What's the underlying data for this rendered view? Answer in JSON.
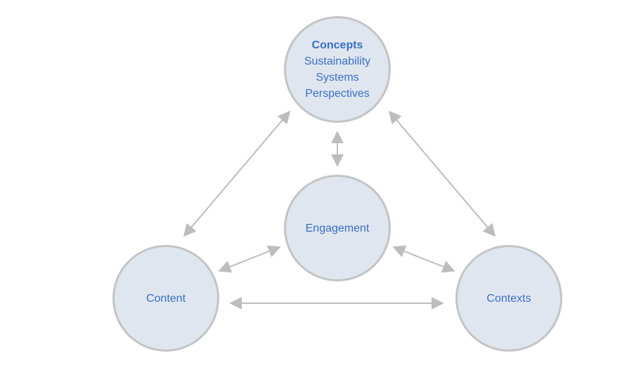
{
  "diagram": {
    "nodes": {
      "concepts": {
        "title": "Concepts",
        "items": [
          "Sustainability",
          "Systems",
          "Perspectives"
        ]
      },
      "engagement": {
        "label": "Engagement"
      },
      "content": {
        "label": "Content"
      },
      "contexts": {
        "label": "Contexts"
      }
    },
    "connections": [
      {
        "from": "Concepts",
        "to": "Content"
      },
      {
        "from": "Concepts",
        "to": "Engagement"
      },
      {
        "from": "Concepts",
        "to": "Contexts"
      },
      {
        "from": "Content",
        "to": "Engagement"
      },
      {
        "from": "Engagement",
        "to": "Contexts"
      },
      {
        "from": "Content",
        "to": "Contexts"
      }
    ],
    "colors": {
      "node_fill": "#dfe6ef",
      "node_border": "#c4c4c4",
      "text": "#3a6fc4",
      "arrow": "#bdbdbd"
    }
  }
}
